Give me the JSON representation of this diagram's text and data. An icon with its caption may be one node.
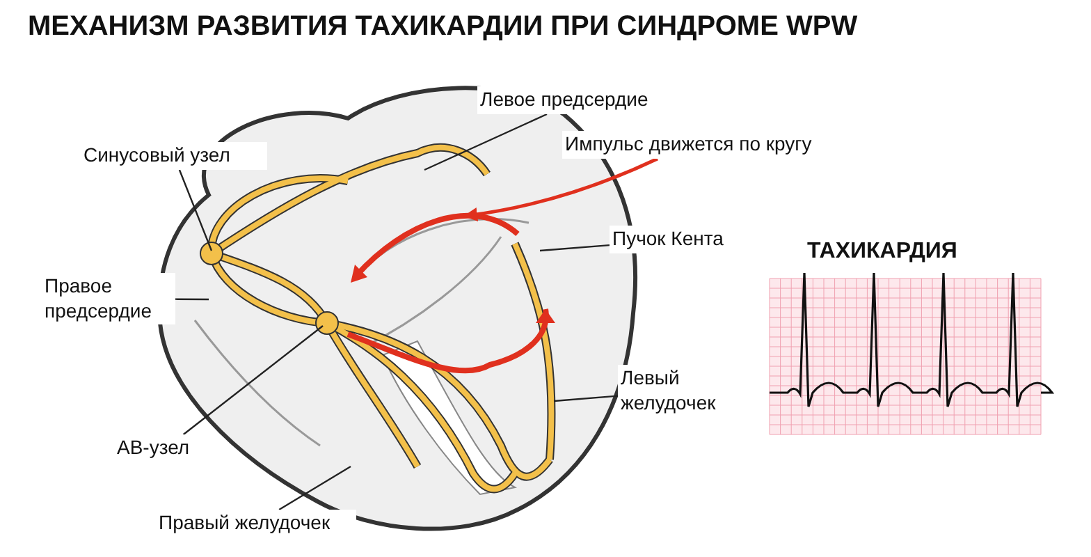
{
  "diagram": {
    "title": "МЕХАНИЗМ РАЗВИТИЯ ТАХИКАРДИИ ПРИ СИНДРОМЕ WPW",
    "nodes": [
      {
        "text": [
          "Левое предсердие"
        ]
      },
      {
        "text": [
          "Синусовый узел"
        ]
      },
      {
        "text": [
          "Импульс движется по кругу"
        ]
      },
      {
        "text": [
          "Пучок Кента"
        ]
      },
      {
        "text": [
          "Правое предсердие"
        ]
      },
      {
        "text": [
          "Левый желудочек"
        ]
      },
      {
        "text": [
          "АВ-узел"
        ]
      },
      {
        "text": [
          "Правый желудочек"
        ]
      }
    ],
    "edges": [
      {
        "from": 0,
        "to": null,
        "arrow": "none"
      },
      {
        "from": 1,
        "to": null,
        "arrow": "none"
      },
      {
        "from": 2,
        "to": null,
        "arrow": "to",
        "color": "#e0301e"
      },
      {
        "from": 3,
        "to": null,
        "arrow": "none"
      },
      {
        "from": 4,
        "to": null,
        "arrow": "none"
      },
      {
        "from": 5,
        "to": null,
        "arrow": "none"
      },
      {
        "from": 6,
        "to": null,
        "arrow": "none"
      },
      {
        "from": 7,
        "to": null,
        "arrow": "none"
      }
    ],
    "labels": [
      "ТАХИКАРДИЯ"
    ]
  }
}
